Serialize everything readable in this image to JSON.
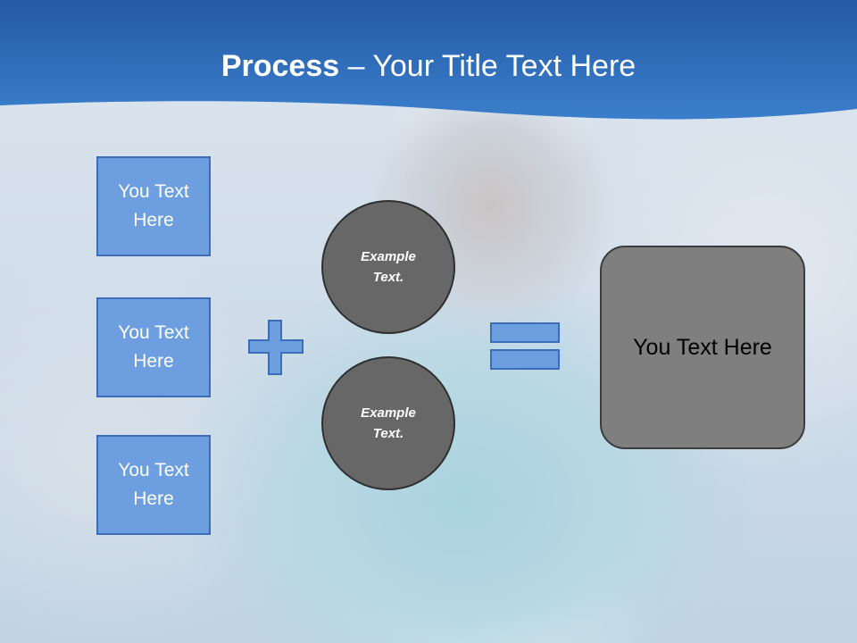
{
  "slide": {
    "title_bold": "Process",
    "title_rest": " – Your Title Text Here"
  },
  "inputs": [
    {
      "label": "You Text Here"
    },
    {
      "label": "You Text Here"
    },
    {
      "label": "You Text Here"
    }
  ],
  "circles": [
    {
      "label": "Example Text."
    },
    {
      "label": "Example Text."
    }
  ],
  "result": {
    "label": "You Text Here"
  },
  "colors": {
    "header_blue": "#2b68b3",
    "box_fill": "#6d9fe0",
    "box_border": "#3b6db8",
    "circle_fill": "#676767",
    "result_fill": "#7f7f7f"
  },
  "icons": {
    "plus": "plus-icon",
    "equals": "equals-icon"
  }
}
